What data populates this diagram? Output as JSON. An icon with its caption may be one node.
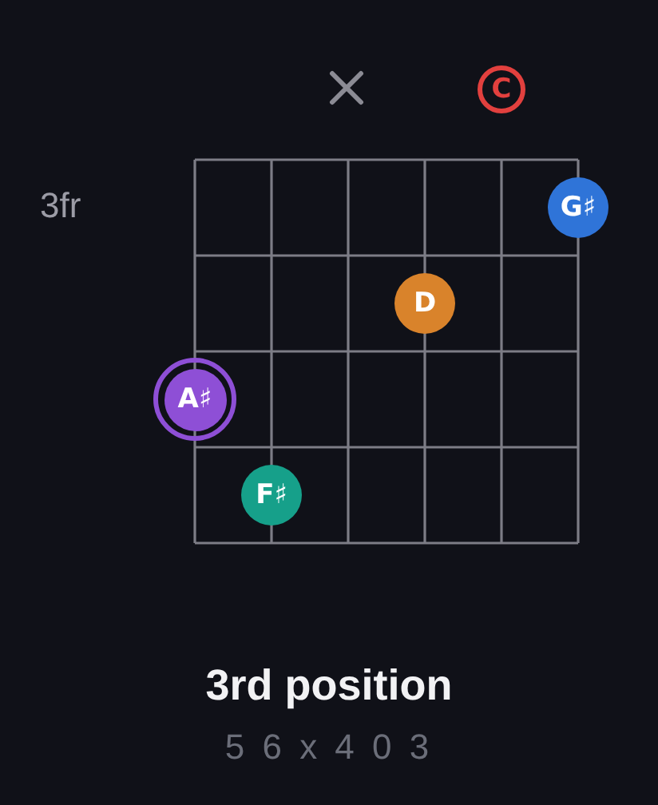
{
  "diagram": {
    "title": "3rd position",
    "nodes": [
      {
        "text": [
          "C"
        ]
      },
      {
        "text": [
          "G♯"
        ]
      },
      {
        "text": [
          "D"
        ]
      },
      {
        "text": [
          "A♯"
        ]
      },
      {
        "text": [
          "F♯"
        ]
      }
    ],
    "labels": [
      "3fr",
      "5 6 x 4 0 3"
    ]
  }
}
